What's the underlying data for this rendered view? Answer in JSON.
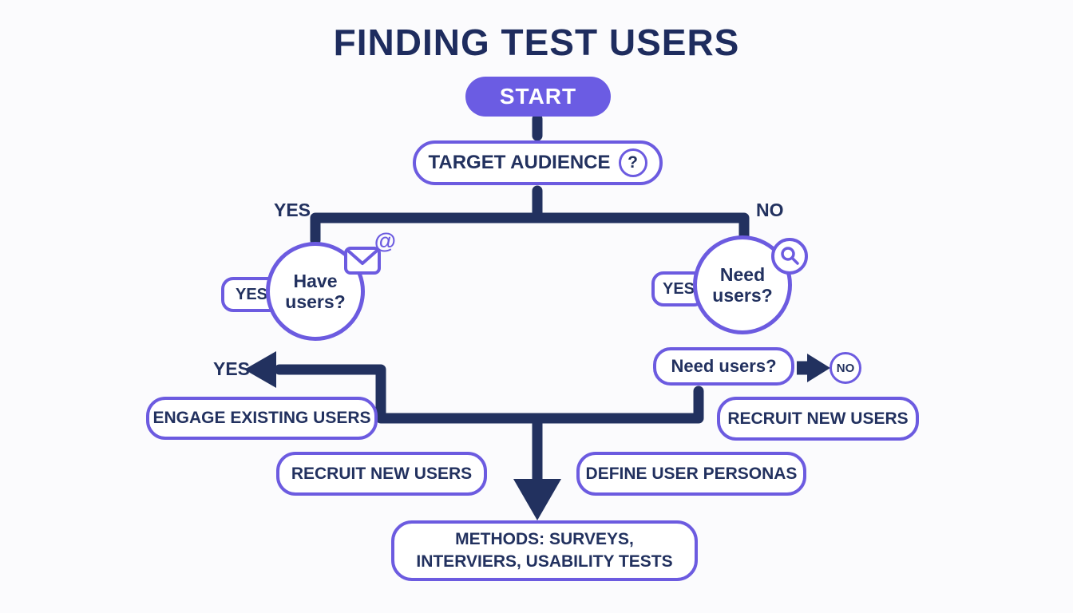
{
  "title": "FINDING TEST USERS",
  "colors": {
    "navy": "#22315F",
    "purple": "#6C5BE0",
    "start_fill": "#6B5CE3",
    "background": "#FBFBFD"
  },
  "nodes": {
    "start": "START",
    "target_audience": "TARGET AUDIENCE",
    "have_users": "Have users?",
    "need_users_circle": "Need users?",
    "need_users_box": "Need users?",
    "engage_existing": "ENGAGE EXISTING USERS",
    "recruit_new_left": "RECRUIT NEW USERS",
    "define_personas": "DEFINE USER PERSONAS",
    "recruit_new_right": "RECRUIT NEW USERS",
    "methods": "METHODS: SURVEYS, INTERVIERS, USABILITY TESTS"
  },
  "labels": {
    "branch_yes": "YES",
    "branch_no": "NO",
    "have_users_tab": "YES",
    "need_users_tab": "YES",
    "yes_arrow": "YES",
    "no_bubble": "NO"
  },
  "icons": {
    "question_glyph": "?",
    "question": "question-icon",
    "email": "email-at-icon",
    "search": "search-icon"
  }
}
